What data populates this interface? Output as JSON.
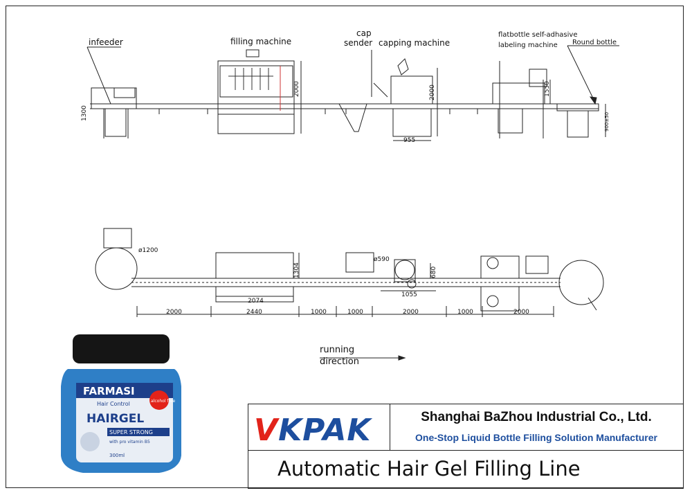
{
  "labels": {
    "infeeder": "infeeder",
    "filling_machine": "filling machine",
    "cap_sender_line1": "cap",
    "cap_sender_line2": "sender",
    "capping_machine": "capping machine",
    "labeling_line1": "flatbottle self-adhasive",
    "labeling_line2": "labeling machine",
    "round_bottle": "Round bottle"
  },
  "elevation_dims": {
    "infeeder_height": "1300",
    "filler_height": "2000",
    "capper_height": "2000",
    "capper_width": "955",
    "labeler_height": "1550",
    "end_table": "900±50"
  },
  "plan_dims": {
    "turntable_dia": "ø1200",
    "hopper_dia": "ø590",
    "filler_depth": "1304",
    "capper_depth": "680",
    "filler_length": "2074",
    "capper_length": "1055",
    "segments": [
      "2000",
      "2440",
      "1000",
      "1000",
      "2000",
      "1000",
      "2000"
    ]
  },
  "running_direction": {
    "line1": "running",
    "line2": "direction"
  },
  "product": {
    "brand": "FARMASI",
    "sub": "Hair Control",
    "badge": "alcohol free",
    "name": "HAIRGEL",
    "strength": "SUPER STRONG",
    "vitamin": "with pro vitamin B5",
    "volume": "300ml"
  },
  "title_block": {
    "logo_v": "V",
    "logo_rest": "KPAK",
    "company": "Shanghai BaZhou Industrial Co., Ltd.",
    "slogan": "One-Stop Liquid Bottle Filling Solution Manufacturer",
    "title": "Automatic Hair Gel Filling Line"
  },
  "colors": {
    "logo_red": "#e2231a",
    "logo_blue": "#1d4e9e",
    "slogan_blue": "#1d4e9e",
    "jar_blue": "#2f7fc6",
    "lid": "#151515"
  }
}
